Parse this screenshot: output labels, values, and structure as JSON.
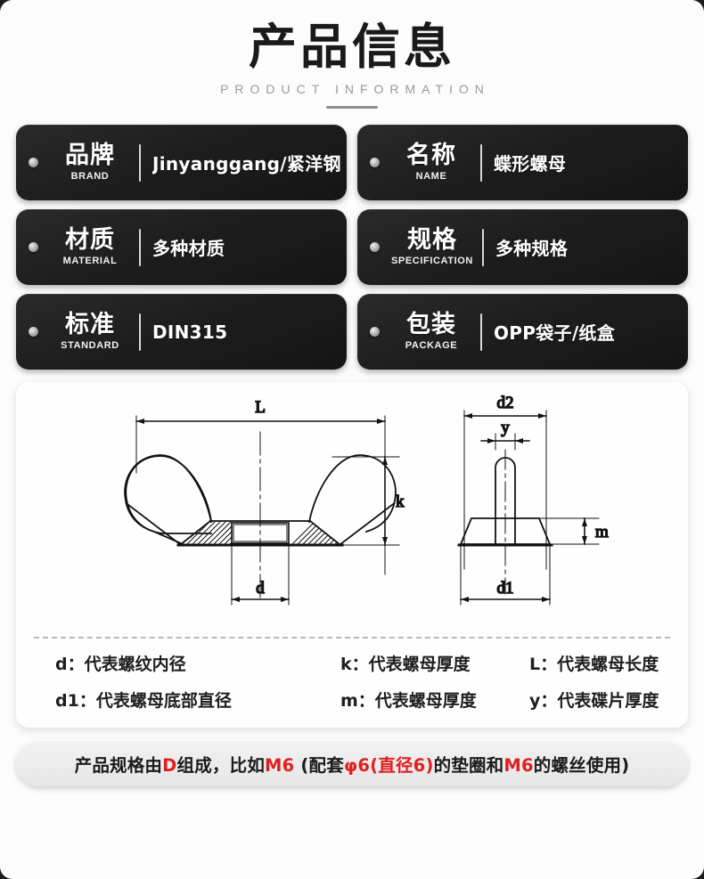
{
  "header": {
    "title_cn": "产品信息",
    "title_en": "PRODUCT INFORMATION"
  },
  "spec_cards": [
    {
      "key_cn": "品牌",
      "key_en": "BRAND",
      "value": "Jinyanggang/紧洋钢"
    },
    {
      "key_cn": "名称",
      "key_en": "NAME",
      "value": "蝶形螺母"
    },
    {
      "key_cn": "材质",
      "key_en": "MATERIAL",
      "value": "多种材质"
    },
    {
      "key_cn": "规格",
      "key_en": "SPECIFICATION",
      "value": "多种规格"
    },
    {
      "key_cn": "标准",
      "key_en": "STANDARD",
      "value": "DIN315"
    },
    {
      "key_cn": "包装",
      "key_en": "PACKAGE",
      "value": "OPP袋子/纸盒"
    }
  ],
  "drawing": {
    "front_view_labels": {
      "L": "L",
      "k": "k",
      "d": "d"
    },
    "side_view_labels": {
      "d2": "d2",
      "y": "y",
      "m": "m",
      "d1": "d1"
    }
  },
  "legend": {
    "rows": [
      [
        {
          "symbol": "d",
          "text": "d：代表螺纹内径"
        },
        {
          "symbol": "k",
          "text": "k：代表螺母厚度"
        },
        {
          "symbol": "L",
          "text": "L：代表螺母长度"
        }
      ],
      [
        {
          "symbol": "d1",
          "text": "d1：代表螺母底部直径"
        },
        {
          "symbol": "m",
          "text": "m：代表螺母厚度"
        },
        {
          "symbol": "y",
          "text": "y：代表碟片厚度"
        }
      ]
    ]
  },
  "banner": {
    "part1": "产品规格由",
    "hl1": "D",
    "part2": "组成，比如",
    "hl2": "M6",
    "part3": " (配套",
    "hl3": "φ6(直径6)",
    "part4": "的垫圈和",
    "hl4": "M6",
    "part5": "的螺丝使用)",
    "accent_color": "#e02020"
  }
}
